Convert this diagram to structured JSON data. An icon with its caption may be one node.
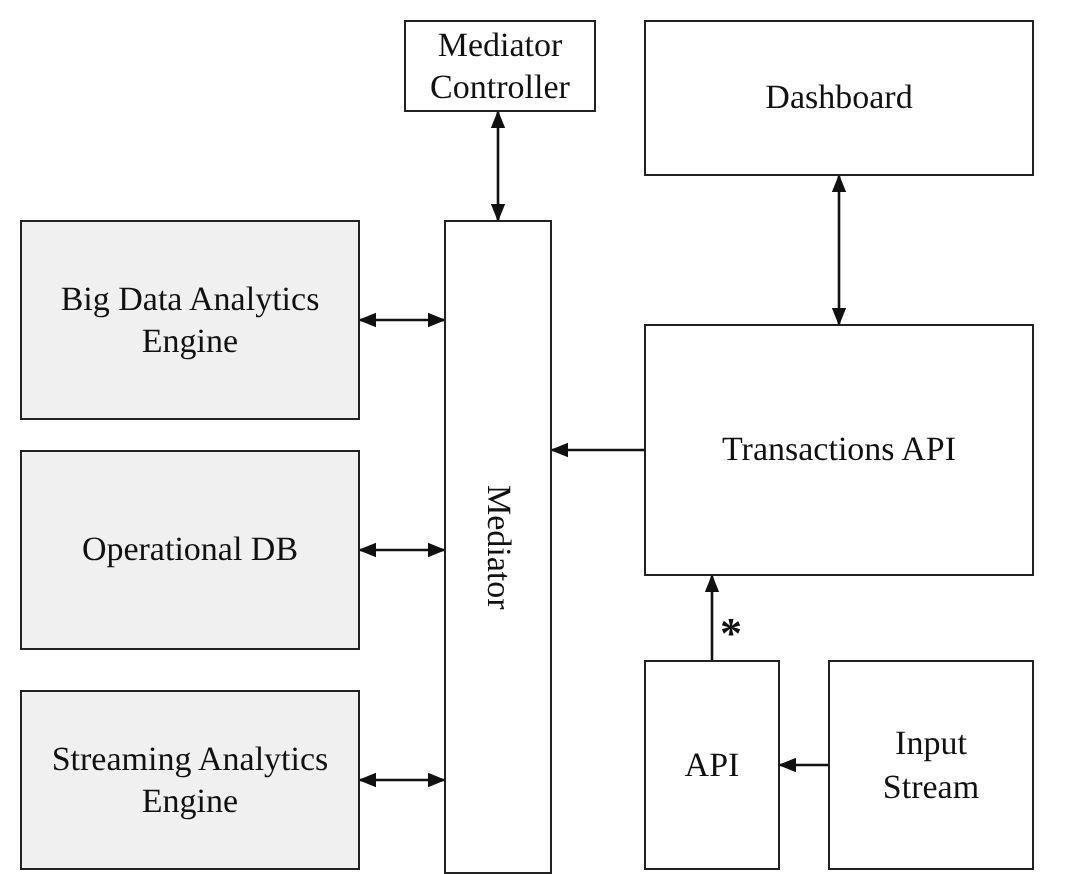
{
  "diagram": {
    "nodes": [
      {
        "text": [
          "Mediator Controller"
        ]
      },
      {
        "text": [
          "Dashboard"
        ]
      },
      {
        "text": [
          "Big Data Analytics Engine"
        ]
      },
      {
        "text": [
          "Operational DB"
        ]
      },
      {
        "text": [
          "Streaming Analytics Engine"
        ]
      },
      {
        "text": [
          "Mediator"
        ]
      },
      {
        "text": [
          "Transactions API"
        ]
      },
      {
        "text": [
          "API"
        ]
      },
      {
        "text": [
          "Input Stream"
        ]
      }
    ],
    "edges": [
      {
        "from": 0,
        "to": 5,
        "arrow": "both"
      },
      {
        "from": 2,
        "to": 5,
        "arrow": "both"
      },
      {
        "from": 3,
        "to": 5,
        "arrow": "both"
      },
      {
        "from": 4,
        "to": 5,
        "arrow": "both"
      },
      {
        "from": 1,
        "to": 6,
        "arrow": "both"
      },
      {
        "from": 6,
        "to": 5,
        "arrow": "to"
      },
      {
        "from": 7,
        "to": 6,
        "arrow": "to",
        "label": "*"
      },
      {
        "from": 8,
        "to": 7,
        "arrow": "to"
      }
    ]
  }
}
